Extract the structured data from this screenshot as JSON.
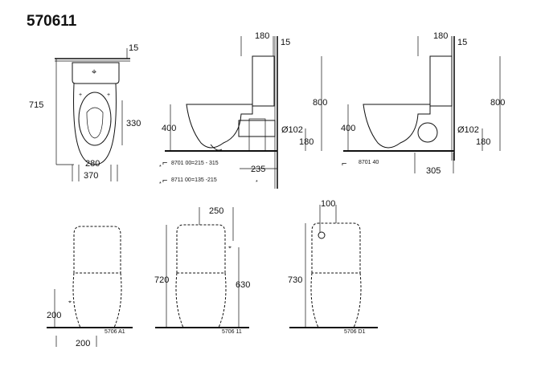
{
  "title": "570611",
  "top_view": {
    "dim_depth": "715",
    "dim_wall": "15",
    "dim_seat": "330",
    "dim_width_inner": "280",
    "dim_width_outer": "370"
  },
  "side_view_1": {
    "dim_tank_depth": "180",
    "dim_wall": "15",
    "dim_height": "800",
    "dim_seat_height": "400",
    "dim_outlet_diameter": "Ø102",
    "dim_outlet_height": "180",
    "dim_outlet_distance": "235",
    "star": "*",
    "connectors": [
      {
        "code": "8701 00",
        "range": "=215 - 315",
        "mark": "*"
      },
      {
        "code": "8711 00",
        "range": "=135 -215",
        "mark": "*"
      }
    ]
  },
  "side_view_2": {
    "dim_tank_depth": "180",
    "dim_wall": "15",
    "dim_height": "800",
    "dim_seat_height": "400",
    "dim_outlet_diameter": "Ø102",
    "dim_outlet_height": "180",
    "dim_outlet_distance": "305",
    "connector": {
      "code": "8701 40"
    }
  },
  "front_views": [
    {
      "code": "5706 A1",
      "dim_side": "200",
      "dim_bottom": "200"
    },
    {
      "code": "5706 11",
      "dim_top": "250",
      "dim_height": "720",
      "dim_inlet": "630"
    },
    {
      "code": "5706 D1",
      "dim_top": "100",
      "dim_height": "730"
    }
  ]
}
